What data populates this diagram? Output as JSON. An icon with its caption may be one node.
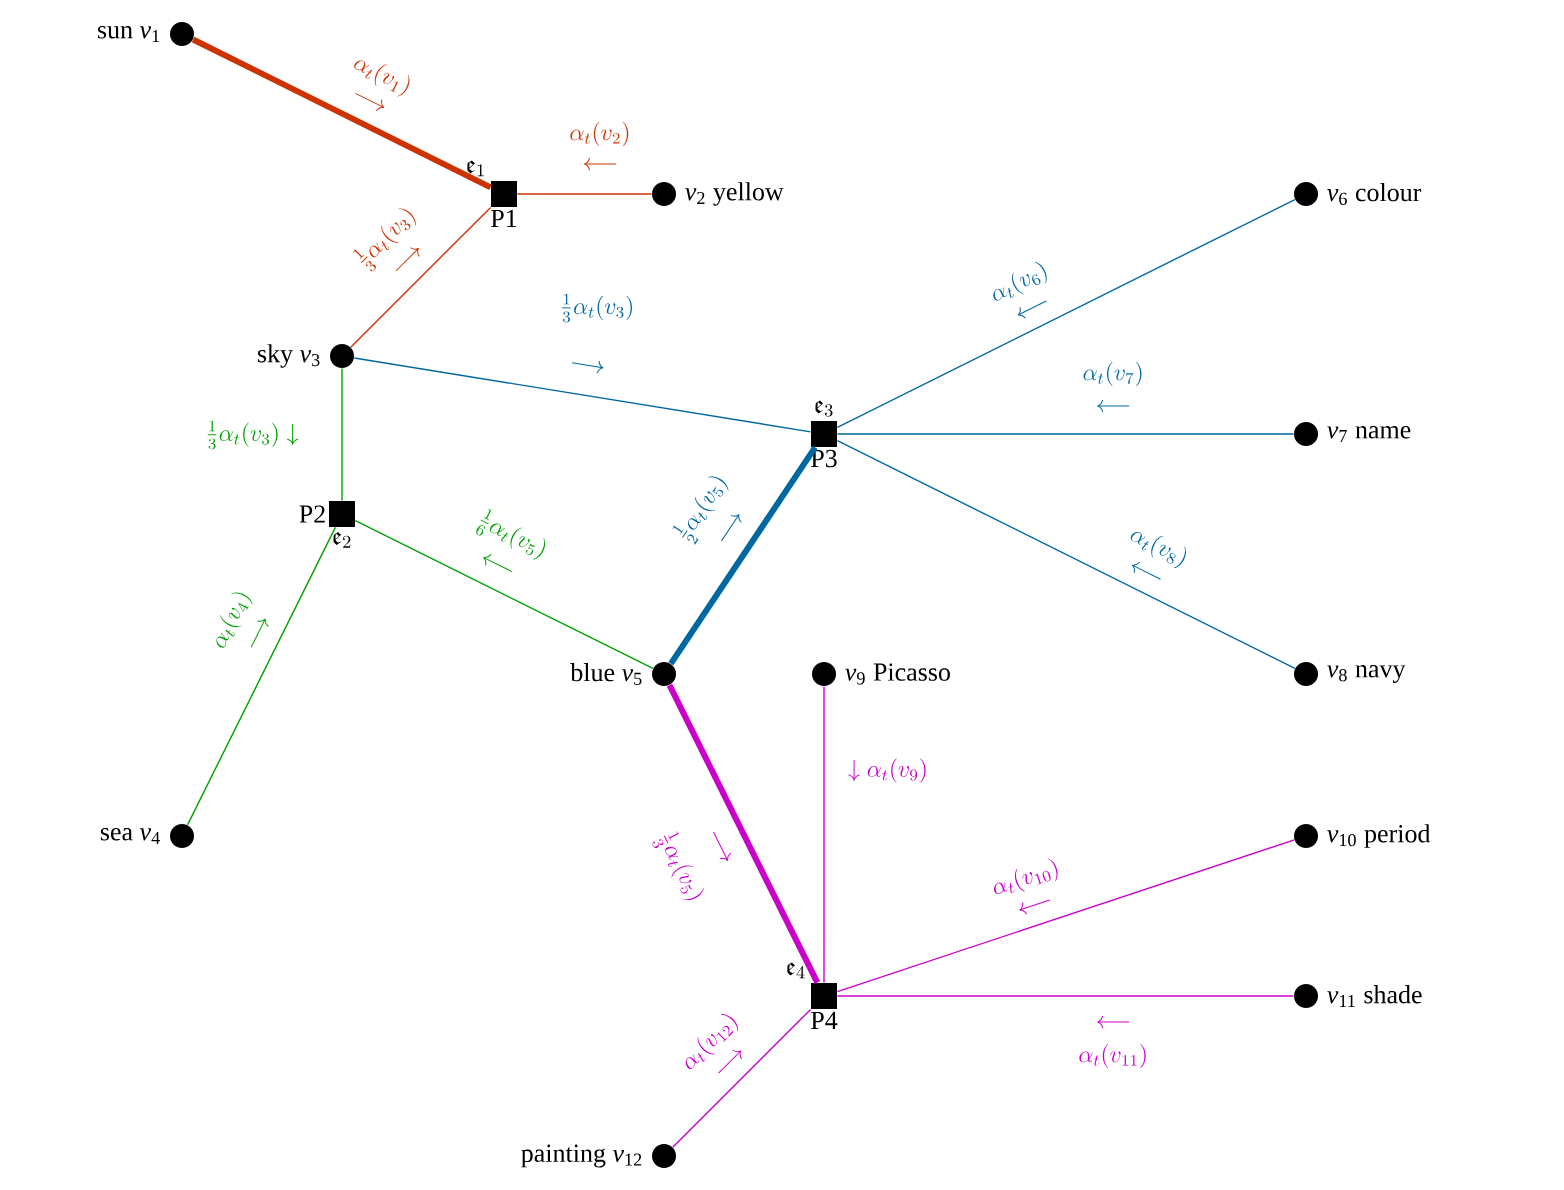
{
  "diagram": {
    "nodes": [
      {
        "text": [
          "sun *v*$_{1}$"
        ]
      },
      {
        "text": [
          "*v*$_{2}$ yellow"
        ]
      },
      {
        "text": [
          "sky *v*$_{3}$"
        ]
      },
      {
        "text": [
          "sea *v*$_{4}$"
        ]
      },
      {
        "text": [
          "blue *v*$_{5}$"
        ]
      },
      {
        "text": [
          "*v*$_{6}$ colour"
        ]
      },
      {
        "text": [
          "*v*$_{7}$ name"
        ]
      },
      {
        "text": [
          "*v*$_{8}$ navy"
        ]
      },
      {
        "text": [
          "*v*$_{9}$ Picasso"
        ]
      },
      {
        "text": [
          "*v*$_{10}$ period"
        ]
      },
      {
        "text": [
          "*v*$_{11}$ shade"
        ]
      },
      {
        "text": [
          "painting *v*$_{12}$"
        ]
      },
      {
        "text": [
          "P1"
        ],
        "beside": [
          "\\mathfrak{e}_1"
        ]
      },
      {
        "text": [
          "P2"
        ],
        "beside": [
          "\\mathfrak{e}_2"
        ]
      },
      {
        "text": [
          "P3"
        ],
        "beside": [
          "\\mathfrak{e}_3"
        ]
      },
      {
        "text": [
          "P4"
        ],
        "beside": [
          "\\mathfrak{e}_4"
        ]
      }
    ],
    "edges": [
      {
        "from": 0,
        "to": 12,
        "arrow": "none",
        "label": "\\alpha_t(v_1)",
        "style": "thick",
        "color": "#cc3300"
      },
      {
        "from": 1,
        "to": 12,
        "arrow": "none",
        "label": "\\alpha_t(v_2)",
        "color": "#cc3300"
      },
      {
        "from": 2,
        "to": 12,
        "arrow": "none",
        "label": "\\frac{1}{3}\\alpha_t(v_3)",
        "color": "#cc3300"
      },
      {
        "from": 2,
        "to": 14,
        "arrow": "none",
        "label": "\\frac{1}{3}\\alpha_t(v_3)",
        "color": "#0068a0"
      },
      {
        "from": 2,
        "to": 13,
        "arrow": "none",
        "label": "\\frac{1}{3}\\alpha_t(v_3)\\downarrow",
        "color": "#00a000"
      },
      {
        "from": 3,
        "to": 13,
        "arrow": "none",
        "label": "\\alpha_t(v_4)",
        "color": "#00a000"
      },
      {
        "from": 4,
        "to": 13,
        "arrow": "none",
        "label": "\\frac{1}{6}\\alpha_t(v_5)",
        "color": "#00a000"
      },
      {
        "from": 4,
        "to": 14,
        "arrow": "none",
        "label": "\\frac{1}{2}\\alpha_t(v_5)",
        "style": "thick",
        "color": "#0068a0"
      },
      {
        "from": 5,
        "to": 14,
        "arrow": "none",
        "label": "\\alpha_t(v_6)",
        "color": "#0068a0"
      },
      {
        "from": 6,
        "to": 14,
        "arrow": "none",
        "label": "\\alpha_t(v_7)",
        "color": "#0068a0"
      },
      {
        "from": 7,
        "to": 14,
        "arrow": "none",
        "label": "\\alpha_t(v_8)",
        "color": "#0068a0"
      },
      {
        "from": 4,
        "to": 15,
        "arrow": "none",
        "label": "\\frac{1}{3}\\alpha_t(v_5)",
        "style": "thick",
        "color": "#cc00cc"
      },
      {
        "from": 8,
        "to": 15,
        "arrow": "none",
        "label": "\\downarrow\\alpha_t(v_9)",
        "color": "#cc00cc"
      },
      {
        "from": 9,
        "to": 15,
        "arrow": "none",
        "label": "\\alpha_t(v_{10})",
        "color": "#cc00cc"
      },
      {
        "from": 10,
        "to": 15,
        "arrow": "none",
        "label": "\\alpha_t(v_{11})",
        "color": "#cc00cc"
      },
      {
        "from": 11,
        "to": 15,
        "arrow": "none",
        "label": "\\alpha_t(v_{12})",
        "color": "#cc00cc"
      }
    ]
  }
}
